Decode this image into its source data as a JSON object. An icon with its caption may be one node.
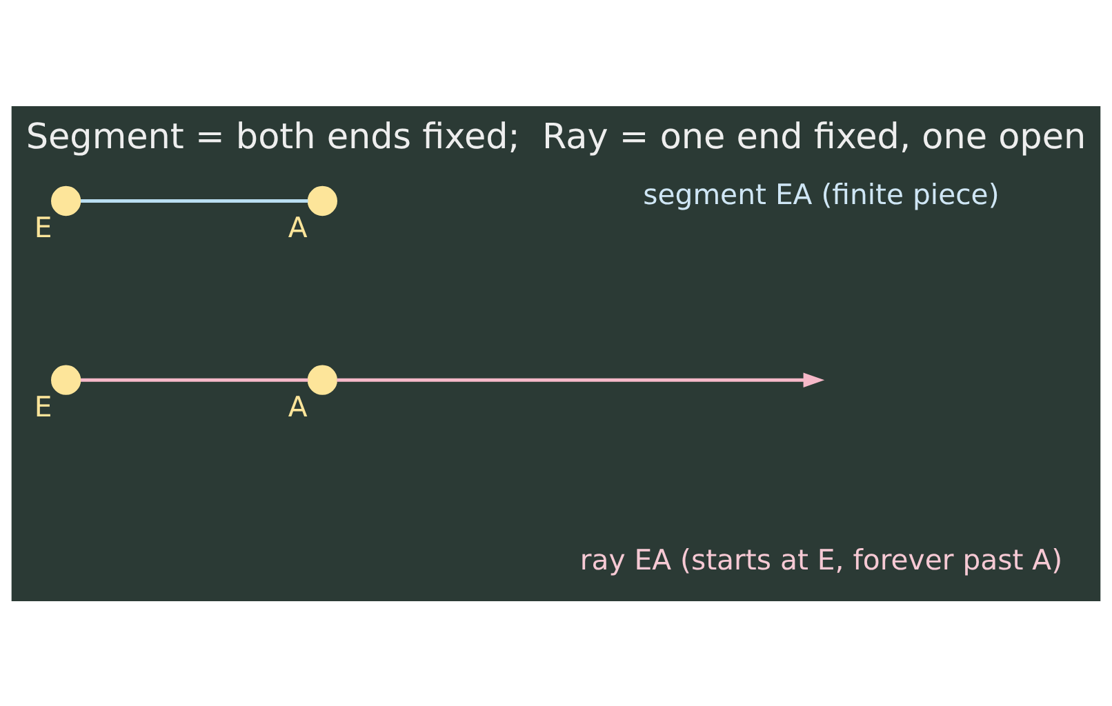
{
  "diagram": {
    "title": "Segment = both ends fixed;  Ray = one end fixed, one open",
    "nodes": [
      {
        "text": [],
        "shape": "circle",
        "beside": [
          "E"
        ]
      },
      {
        "text": [],
        "shape": "circle",
        "beside": [
          "A"
        ]
      },
      {
        "text": [],
        "shape": "circle",
        "beside": [
          "E"
        ]
      },
      {
        "text": [],
        "shape": "circle",
        "beside": [
          "A"
        ]
      }
    ],
    "edges": [
      {
        "from": 0,
        "to": 1,
        "arrow": "none",
        "color": "#b9def2"
      },
      {
        "from": 2,
        "to": 3,
        "arrow": "none",
        "color": "#f6b9c9"
      },
      {
        "from": 3,
        "to": null,
        "arrow": "to",
        "color": "#f6b9c9"
      }
    ],
    "labels": [
      "segment EA (finite piece)",
      "ray EA (starts at E, forever past A)"
    ]
  }
}
